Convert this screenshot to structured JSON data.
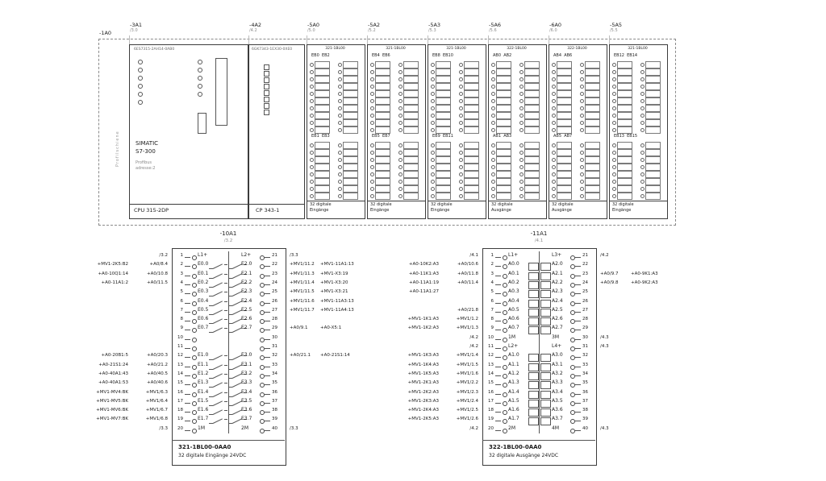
{
  "rack": {
    "rail": {
      "ref": "-1A0",
      "name": "Profilschiene"
    },
    "modules": [
      {
        "type": "cpu",
        "ref": "-3A1",
        "loc": "/3.0",
        "order_no": "6ES7315-2AH14-0AB0",
        "brand": "SIMATIC",
        "series": "S7-300",
        "bus_line1": "Profibus",
        "bus_line2": "adresse:2",
        "footer": "CPU 315-2DP"
      },
      {
        "type": "cp",
        "ref": "-4A2",
        "loc": "/4.2",
        "order_no": "6GK7343-1EX30-0XE0",
        "footer": "CP 343-1"
      },
      {
        "type": "io",
        "ref": "-5A0",
        "loc": "/5.0",
        "title": "321-1BL00",
        "top_label": "EB0  EB2",
        "mid_label": "EB1  EB3",
        "footer_line1": "32 digitale",
        "footer_line2": "Eingänge"
      },
      {
        "type": "io",
        "ref": "-5A2",
        "loc": "/5.2",
        "title": "321-1BL00",
        "top_label": "EB4  EB6",
        "mid_label": "EB5  EB7",
        "footer_line1": "32 digitale",
        "footer_line2": "Eingänge"
      },
      {
        "type": "io",
        "ref": "-5A3",
        "loc": "/5.3",
        "title": "321-1BL00",
        "top_label": "EB8  EB10",
        "mid_label": "EB9  EB11",
        "footer_line1": "32 digitale",
        "footer_line2": "Eingänge"
      },
      {
        "type": "io",
        "ref": "-5A6",
        "loc": "/5.6",
        "title": "322-1BL00",
        "top_label": "AB0  AB2",
        "mid_label": "AB1  AB3",
        "footer_line1": "32 digitale",
        "footer_line2": "Ausgänge"
      },
      {
        "type": "io",
        "ref": "-6A0",
        "loc": "/6.0",
        "title": "322-1BL00",
        "top_label": "AB4  AB6",
        "mid_label": "AB5  AB7",
        "footer_line1": "32 digitale",
        "footer_line2": "Ausgänge"
      },
      {
        "type": "io",
        "ref": "-5A5",
        "loc": "/5.5",
        "title": "321-1BL00",
        "top_label": "EB12  EB14",
        "mid_label": "EB13  EB15",
        "footer_line1": "32 digitale",
        "footer_line2": "Eingänge"
      }
    ]
  },
  "terminal_blocks": [
    {
      "ref": "-10A1",
      "loc": "/3.2",
      "part_no": "321-1BL00-0AA0",
      "caption": "32 digitale Eingänge 24VDC",
      "left_rows": [
        {
          "pin": "1",
          "signal": "L1+",
          "far": "",
          "near": "/3.2",
          "sym": "none"
        },
        {
          "pin": "2",
          "signal": "E0.0",
          "far": "+MV1-2K5:B2",
          "near": "+A0/8.4",
          "sym": "contact"
        },
        {
          "pin": "3",
          "signal": "E0.1",
          "far": "+A0-10Q1:14",
          "near": "+A0/10.8",
          "sym": "contact"
        },
        {
          "pin": "4",
          "signal": "E0.2",
          "far": "+A0-11A1:2",
          "near": "+A0/11.5",
          "sym": "contact"
        },
        {
          "pin": "5",
          "signal": "E0.3",
          "far": "",
          "near": "",
          "sym": "contact"
        },
        {
          "pin": "6",
          "signal": "E0.4",
          "far": "",
          "near": "",
          "sym": "contact"
        },
        {
          "pin": "7",
          "signal": "E0.5",
          "far": "",
          "near": "",
          "sym": "contact"
        },
        {
          "pin": "8",
          "signal": "E0.6",
          "far": "",
          "near": "",
          "sym": "contact"
        },
        {
          "pin": "9",
          "signal": "E0.7",
          "far": "",
          "near": "",
          "sym": "contact"
        },
        {
          "pin": "10",
          "signal": "",
          "far": "",
          "near": "",
          "sym": "none"
        },
        {
          "pin": "11",
          "signal": "",
          "far": "",
          "near": "",
          "sym": "none"
        },
        {
          "pin": "12",
          "signal": "E1.0",
          "far": "+A0-20B1:5",
          "near": "+A0/20.3",
          "sym": "contact"
        },
        {
          "pin": "13",
          "signal": "E1.1",
          "far": "+A0-21S1:24",
          "near": "+A0/21.2",
          "sym": "contact"
        },
        {
          "pin": "14",
          "signal": "E1.2",
          "far": "+A0-40A1:43",
          "near": "+A0/40.5",
          "sym": "contact"
        },
        {
          "pin": "15",
          "signal": "E1.3",
          "far": "+A0-40A1:53",
          "near": "+A0/40.6",
          "sym": "contact"
        },
        {
          "pin": "16",
          "signal": "E1.4",
          "far": "+MV1-MV4:BK",
          "near": "+MV1/6.3",
          "sym": "contact"
        },
        {
          "pin": "17",
          "signal": "E1.5",
          "far": "+MV1-MV5:BK",
          "near": "+MV1/6.4",
          "sym": "contact"
        },
        {
          "pin": "18",
          "signal": "E1.6",
          "far": "+MV1-MV6:BK",
          "near": "+MV1/6.7",
          "sym": "contact"
        },
        {
          "pin": "19",
          "signal": "E1.7",
          "far": "+MV1-MV7:BK",
          "near": "+MV1/6.8",
          "sym": "contact"
        },
        {
          "pin": "20",
          "signal": "1M",
          "far": "",
          "near": "/3.3",
          "sym": "none"
        }
      ],
      "right_rows": [
        {
          "pin": "21",
          "signal": "L2+",
          "near": "/3.3",
          "far": "",
          "sym": "none"
        },
        {
          "pin": "22",
          "signal": "E2.0",
          "near": "+MV1/11.2",
          "far": "+MV1-11A1:13",
          "sym": "contact"
        },
        {
          "pin": "23",
          "signal": "E2.1",
          "near": "+MV1/11.3",
          "far": "+MV1-X3:19",
          "sym": "contact"
        },
        {
          "pin": "24",
          "signal": "E2.2",
          "near": "+MV1/11.4",
          "far": "+MV1-X3:20",
          "sym": "contact"
        },
        {
          "pin": "25",
          "signal": "E2.3",
          "near": "+MV1/11.5",
          "far": "+MV1-X3:21",
          "sym": "contact"
        },
        {
          "pin": "26",
          "signal": "E2.4",
          "near": "+MV1/11.6",
          "far": "+MV1-11A3:13",
          "sym": "contact"
        },
        {
          "pin": "27",
          "signal": "E2.5",
          "near": "+MV1/11.7",
          "far": "+MV1-11A4:13",
          "sym": "contact"
        },
        {
          "pin": "28",
          "signal": "E2.6",
          "near": "",
          "far": "",
          "sym": "contact"
        },
        {
          "pin": "29",
          "signal": "E2.7",
          "near": "+A0/9.1",
          "far": "+A0-X5:1",
          "sym": "contact"
        },
        {
          "pin": "30",
          "signal": "",
          "near": "",
          "far": "",
          "sym": "none"
        },
        {
          "pin": "31",
          "signal": "",
          "near": "",
          "far": "",
          "sym": "none"
        },
        {
          "pin": "32",
          "signal": "E3.0",
          "near": "+A0/21.1",
          "far": "+A0-21S1:14",
          "sym": "contact"
        },
        {
          "pin": "33",
          "signal": "E3.1",
          "near": "",
          "far": "",
          "sym": "contact"
        },
        {
          "pin": "34",
          "signal": "E3.2",
          "near": "",
          "far": "",
          "sym": "contact"
        },
        {
          "pin": "35",
          "signal": "E3.3",
          "near": "",
          "far": "",
          "sym": "contact"
        },
        {
          "pin": "36",
          "signal": "E3.4",
          "near": "",
          "far": "",
          "sym": "contact"
        },
        {
          "pin": "37",
          "signal": "E3.5",
          "near": "",
          "far": "",
          "sym": "contact"
        },
        {
          "pin": "38",
          "signal": "E3.6",
          "near": "",
          "far": "",
          "sym": "contact"
        },
        {
          "pin": "39",
          "signal": "E3.7",
          "near": "",
          "far": "",
          "sym": "contact"
        },
        {
          "pin": "40",
          "signal": "2M",
          "near": "/3.3",
          "far": "",
          "sym": "none"
        }
      ]
    },
    {
      "ref": "-11A1",
      "loc": "/4.1",
      "part_no": "322-1BL00-0AA0",
      "caption": "32 digitale Ausgänge 24VDC",
      "left_rows": [
        {
          "pin": "1",
          "signal": "L1+",
          "far": "",
          "near": "/4.1",
          "sym": "none"
        },
        {
          "pin": "2",
          "signal": "A0.0",
          "far": "+A0-10K2:A3",
          "near": "+A0/10.6",
          "sym": "coil"
        },
        {
          "pin": "3",
          "signal": "A0.1",
          "far": "+A0-11K1:A3",
          "near": "+A0/11.8",
          "sym": "coil"
        },
        {
          "pin": "4",
          "signal": "A0.2",
          "far": "+A0-11A1:19",
          "near": "+A0/11.4",
          "sym": "coil"
        },
        {
          "pin": "5",
          "signal": "A0.3",
          "far": "+A0-11A1:27",
          "near": "",
          "sym": "coil"
        },
        {
          "pin": "6",
          "signal": "A0.4",
          "far": "",
          "near": "",
          "sym": "coil"
        },
        {
          "pin": "7",
          "signal": "A0.5",
          "far": "",
          "near": "+A0/21.8",
          "sym": "coil"
        },
        {
          "pin": "8",
          "signal": "A0.6",
          "far": "+MV1-1K1:A3",
          "near": "+MV1/1.2",
          "sym": "coil"
        },
        {
          "pin": "9",
          "signal": "A0.7",
          "far": "+MV1-1K2:A3",
          "near": "+MV1/1.3",
          "sym": "coil"
        },
        {
          "pin": "10",
          "signal": "1M",
          "far": "",
          "near": "/4.2",
          "sym": "none"
        },
        {
          "pin": "11",
          "signal": "L2+",
          "far": "",
          "near": "/4.2",
          "sym": "none"
        },
        {
          "pin": "12",
          "signal": "A1.0",
          "far": "+MV1-1K3:A3",
          "near": "+MV1/1.4",
          "sym": "coil"
        },
        {
          "pin": "13",
          "signal": "A1.1",
          "far": "+MV1-1K4:A3",
          "near": "+MV1/1.5",
          "sym": "coil"
        },
        {
          "pin": "14",
          "signal": "A1.2",
          "far": "+MV1-1K5:A3",
          "near": "+MV1/1.6",
          "sym": "coil"
        },
        {
          "pin": "15",
          "signal": "A1.3",
          "far": "+MV1-2K1:A3",
          "near": "+MV1/2.2",
          "sym": "coil"
        },
        {
          "pin": "16",
          "signal": "A1.4",
          "far": "+MV1-2K2:A3",
          "near": "+MV1/2.3",
          "sym": "coil"
        },
        {
          "pin": "17",
          "signal": "A1.5",
          "far": "+MV1-2K3:A3",
          "near": "+MV1/2.4",
          "sym": "coil"
        },
        {
          "pin": "18",
          "signal": "A1.6",
          "far": "+MV1-2K4:A3",
          "near": "+MV1/2.5",
          "sym": "coil"
        },
        {
          "pin": "19",
          "signal": "A1.7",
          "far": "+MV1-2K5:A3",
          "near": "+MV1/2.6",
          "sym": "coil"
        },
        {
          "pin": "20",
          "signal": "2M",
          "far": "",
          "near": "/4.2",
          "sym": "none"
        }
      ],
      "right_rows": [
        {
          "pin": "21",
          "signal": "L3+",
          "near": "/4.2",
          "far": "",
          "sym": "none"
        },
        {
          "pin": "22",
          "signal": "A2.0",
          "near": "",
          "far": "",
          "sym": "coil"
        },
        {
          "pin": "23",
          "signal": "A2.1",
          "near": "+A0/9.7",
          "far": "+A0-9K1:A3",
          "sym": "coil"
        },
        {
          "pin": "24",
          "signal": "A2.2",
          "near": "+A0/9.8",
          "far": "+A0-9K2:A3",
          "sym": "coil"
        },
        {
          "pin": "25",
          "signal": "A2.3",
          "near": "",
          "far": "",
          "sym": "coil"
        },
        {
          "pin": "26",
          "signal": "A2.4",
          "near": "",
          "far": "",
          "sym": "coil"
        },
        {
          "pin": "27",
          "signal": "A2.5",
          "near": "",
          "far": "",
          "sym": "coil"
        },
        {
          "pin": "28",
          "signal": "A2.6",
          "near": "",
          "far": "",
          "sym": "coil"
        },
        {
          "pin": "29",
          "signal": "A2.7",
          "near": "",
          "far": "",
          "sym": "coil"
        },
        {
          "pin": "30",
          "signal": "3M",
          "near": "/4.3",
          "far": "",
          "sym": "none"
        },
        {
          "pin": "31",
          "signal": "L4+",
          "near": "/4.3",
          "far": "",
          "sym": "none"
        },
        {
          "pin": "32",
          "signal": "A3.0",
          "near": "",
          "far": "",
          "sym": "coil"
        },
        {
          "pin": "33",
          "signal": "A3.1",
          "near": "",
          "far": "",
          "sym": "coil"
        },
        {
          "pin": "34",
          "signal": "A3.2",
          "near": "",
          "far": "",
          "sym": "coil"
        },
        {
          "pin": "35",
          "signal": "A3.3",
          "near": "",
          "far": "",
          "sym": "coil"
        },
        {
          "pin": "36",
          "signal": "A3.4",
          "near": "",
          "far": "",
          "sym": "coil"
        },
        {
          "pin": "37",
          "signal": "A3.5",
          "near": "",
          "far": "",
          "sym": "coil"
        },
        {
          "pin": "38",
          "signal": "A3.6",
          "near": "",
          "far": "",
          "sym": "coil"
        },
        {
          "pin": "39",
          "signal": "A3.7",
          "near": "",
          "far": "",
          "sym": "coil"
        },
        {
          "pin": "40",
          "signal": "4M",
          "near": "/4.3",
          "far": "",
          "sym": "none"
        }
      ]
    }
  ]
}
